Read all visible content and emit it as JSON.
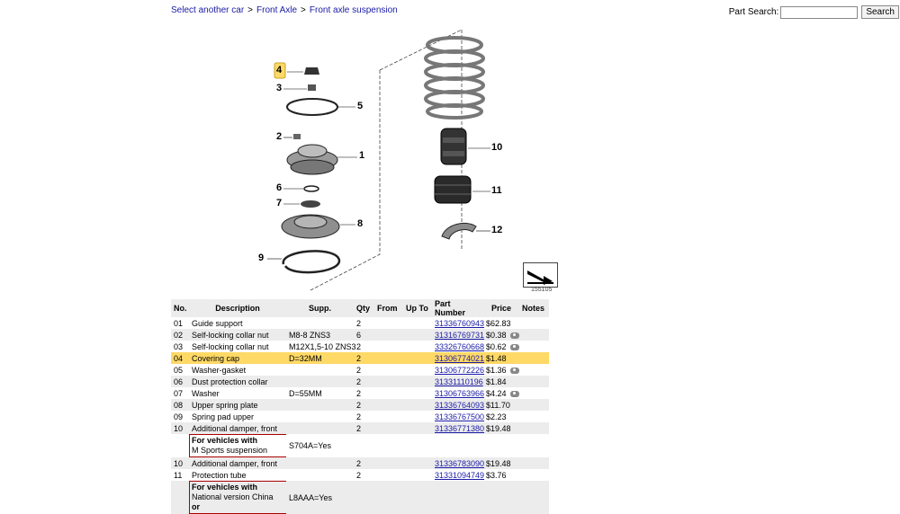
{
  "breadcrumb": {
    "select_car": "Select another car",
    "sep1": ">",
    "front_axle": "Front Axle",
    "sep2": ">",
    "current": "Front axle suspension"
  },
  "part_search": {
    "label": "Part Search:",
    "value": "",
    "button": "Search"
  },
  "diagram": {
    "image_number": "155105",
    "callouts": [
      "4",
      "3",
      "5",
      "2",
      "1",
      "6",
      "7",
      "8",
      "9",
      "10",
      "11",
      "12"
    ],
    "highlight": "4",
    "highlight_color": "#ffd966"
  },
  "table": {
    "headers": [
      "No.",
      "Description",
      "Supp.",
      "Qty",
      "From",
      "Up To",
      "Part Number",
      "Price",
      "Notes"
    ],
    "rows": [
      {
        "no": "01",
        "desc": "Guide support",
        "supp": "",
        "qty": "2",
        "part": "31336760943",
        "price": "$62.83",
        "note": false
      },
      {
        "no": "02",
        "desc": "Self-locking collar nut",
        "supp": "M8-8 ZNS3",
        "qty": "6",
        "part": "31316769731",
        "price": "$0.38",
        "note": true
      },
      {
        "no": "03",
        "desc": "Self-locking collar nut",
        "supp": "M12X1,5-10 ZNS3",
        "qty": "2",
        "part": "33326760668",
        "price": "$0.62",
        "note": true
      },
      {
        "no": "04",
        "desc": "Covering cap",
        "supp": "D=32MM",
        "qty": "2",
        "part": "31306774021",
        "price": "$1.48",
        "note": false
      },
      {
        "no": "05",
        "desc": "Washer-gasket",
        "supp": "",
        "qty": "2",
        "part": "31306772226",
        "price": "$1.36",
        "note": true
      },
      {
        "no": "06",
        "desc": "Dust protection collar",
        "supp": "",
        "qty": "2",
        "part": "31331110196",
        "price": "$1.84",
        "note": false
      },
      {
        "no": "07",
        "desc": "Washer",
        "supp": "D=55MM",
        "qty": "2",
        "part": "31306763966",
        "price": "$4.24",
        "note": true
      },
      {
        "no": "08",
        "desc": "Upper spring plate",
        "supp": "",
        "qty": "2",
        "part": "31336764093",
        "price": "$11.70",
        "note": false
      },
      {
        "no": "09",
        "desc": "Spring pad upper",
        "supp": "",
        "qty": "2",
        "part": "31336767500",
        "price": "$2.23",
        "note": false
      },
      {
        "no": "10",
        "desc": "Additional damper, front",
        "supp": "",
        "qty": "2",
        "part": "31336771380",
        "price": "$19.48",
        "note": false
      }
    ],
    "veh1": {
      "title": "For vehicles with",
      "text": "M Sports suspension",
      "supp": "S704A=Yes"
    },
    "row10b": {
      "no": "10",
      "desc": "Additional damper, front",
      "supp": "",
      "qty": "2",
      "part": "31336783090",
      "price": "$19.48"
    },
    "row11": {
      "no": "11",
      "desc": "Protection tube",
      "supp": "",
      "qty": "2",
      "part": "31331094749",
      "price": "$3.76"
    },
    "veh2": {
      "title": "For vehicles with",
      "text": "National version China",
      "extra": "or",
      "supp": "L8AAA=Yes"
    }
  }
}
